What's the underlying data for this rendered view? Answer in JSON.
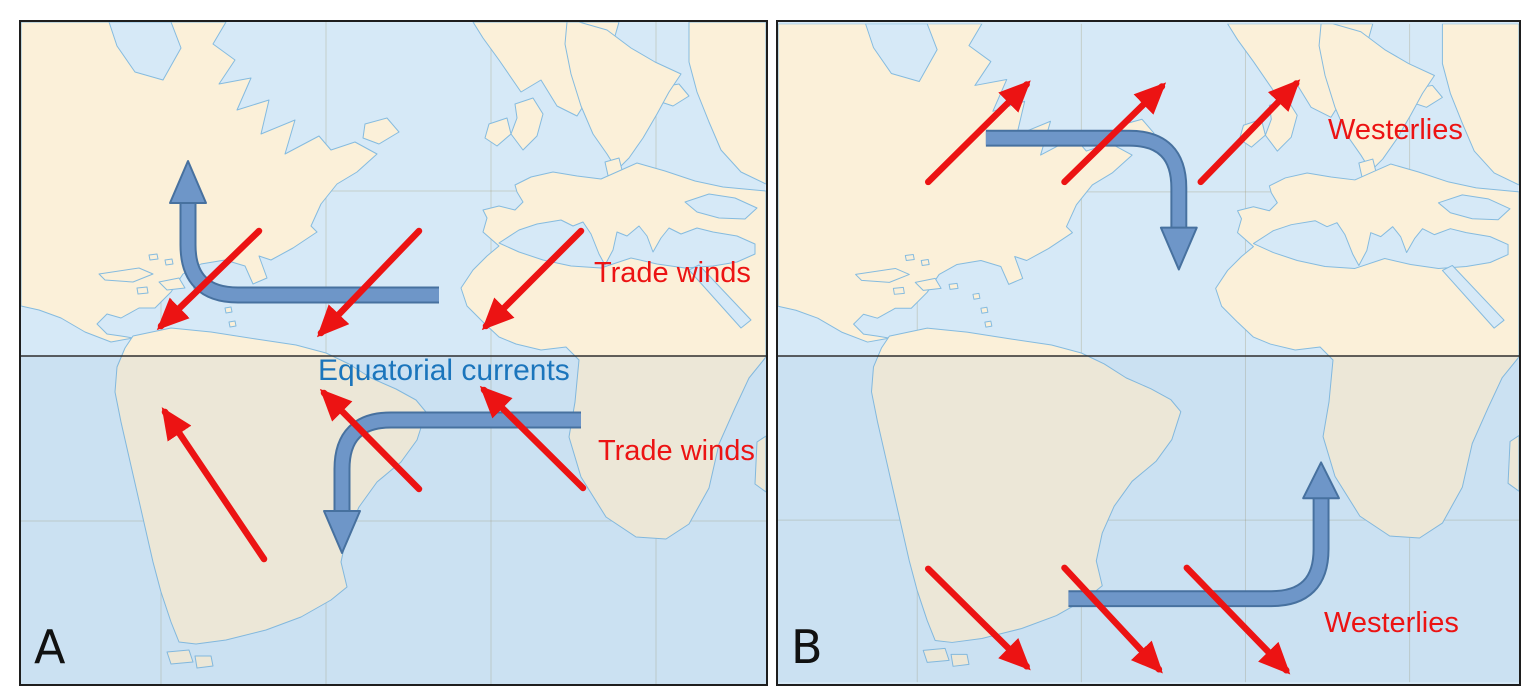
{
  "figure": {
    "panels": [
      {
        "id": "A",
        "label": "A",
        "annotations": {
          "trade_winds_north": "Trade winds",
          "equatorial_currents": "Equatorial currents",
          "trade_winds_south": "Trade winds"
        }
      },
      {
        "id": "B",
        "label": "B",
        "annotations": {
          "westerlies_north": "Westerlies",
          "westerlies_south": "Westerlies"
        }
      }
    ],
    "colors": {
      "wind_arrow_red": "#EC1313",
      "current_arrow_fill": "#6E96C8",
      "current_arrow_outline": "#47719F",
      "current_label_blue": "#1B75BC",
      "land": "#FBF0D9",
      "ocean": "#D6E9F7",
      "panel_label": "#111111"
    }
  }
}
